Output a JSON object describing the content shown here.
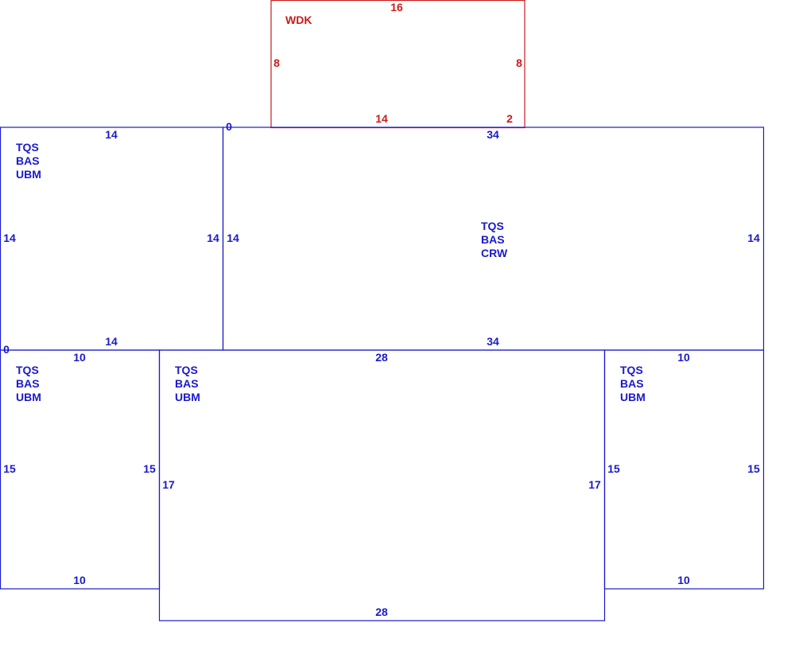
{
  "colors": {
    "main": "#1a1acc",
    "deck": "#cc1a1a"
  },
  "rooms": [
    {
      "id": "wdk",
      "color": "deck",
      "codes": [
        "WDK"
      ],
      "labels": {
        "top": "16",
        "left": "8",
        "right": "8",
        "bottom": "14",
        "bottom_right": "2"
      }
    },
    {
      "id": "upper-left",
      "color": "main",
      "codes": [
        "TQS",
        "BAS",
        "UBM"
      ],
      "labels": {
        "top": "14",
        "left": "14",
        "right": "14",
        "bottom": "14",
        "corner": "0"
      }
    },
    {
      "id": "upper-main",
      "color": "main",
      "codes": [
        "TQS",
        "BAS",
        "CRW"
      ],
      "labels": {
        "top": "34",
        "left": "14",
        "right": "14",
        "bottom": "34",
        "corner": "0"
      }
    },
    {
      "id": "lower-left",
      "color": "main",
      "codes": [
        "TQS",
        "BAS",
        "UBM"
      ],
      "labels": {
        "top": "10",
        "left": "15",
        "right": "15",
        "bottom": "10"
      }
    },
    {
      "id": "lower-center",
      "color": "main",
      "codes": [
        "TQS",
        "BAS",
        "UBM"
      ],
      "labels": {
        "top": "28",
        "left": "17",
        "right": "17",
        "bottom": "28"
      }
    },
    {
      "id": "lower-right",
      "color": "main",
      "codes": [
        "TQS",
        "BAS",
        "UBM"
      ],
      "labels": {
        "top": "10",
        "left": "15",
        "right": "15",
        "bottom": "10"
      }
    }
  ]
}
